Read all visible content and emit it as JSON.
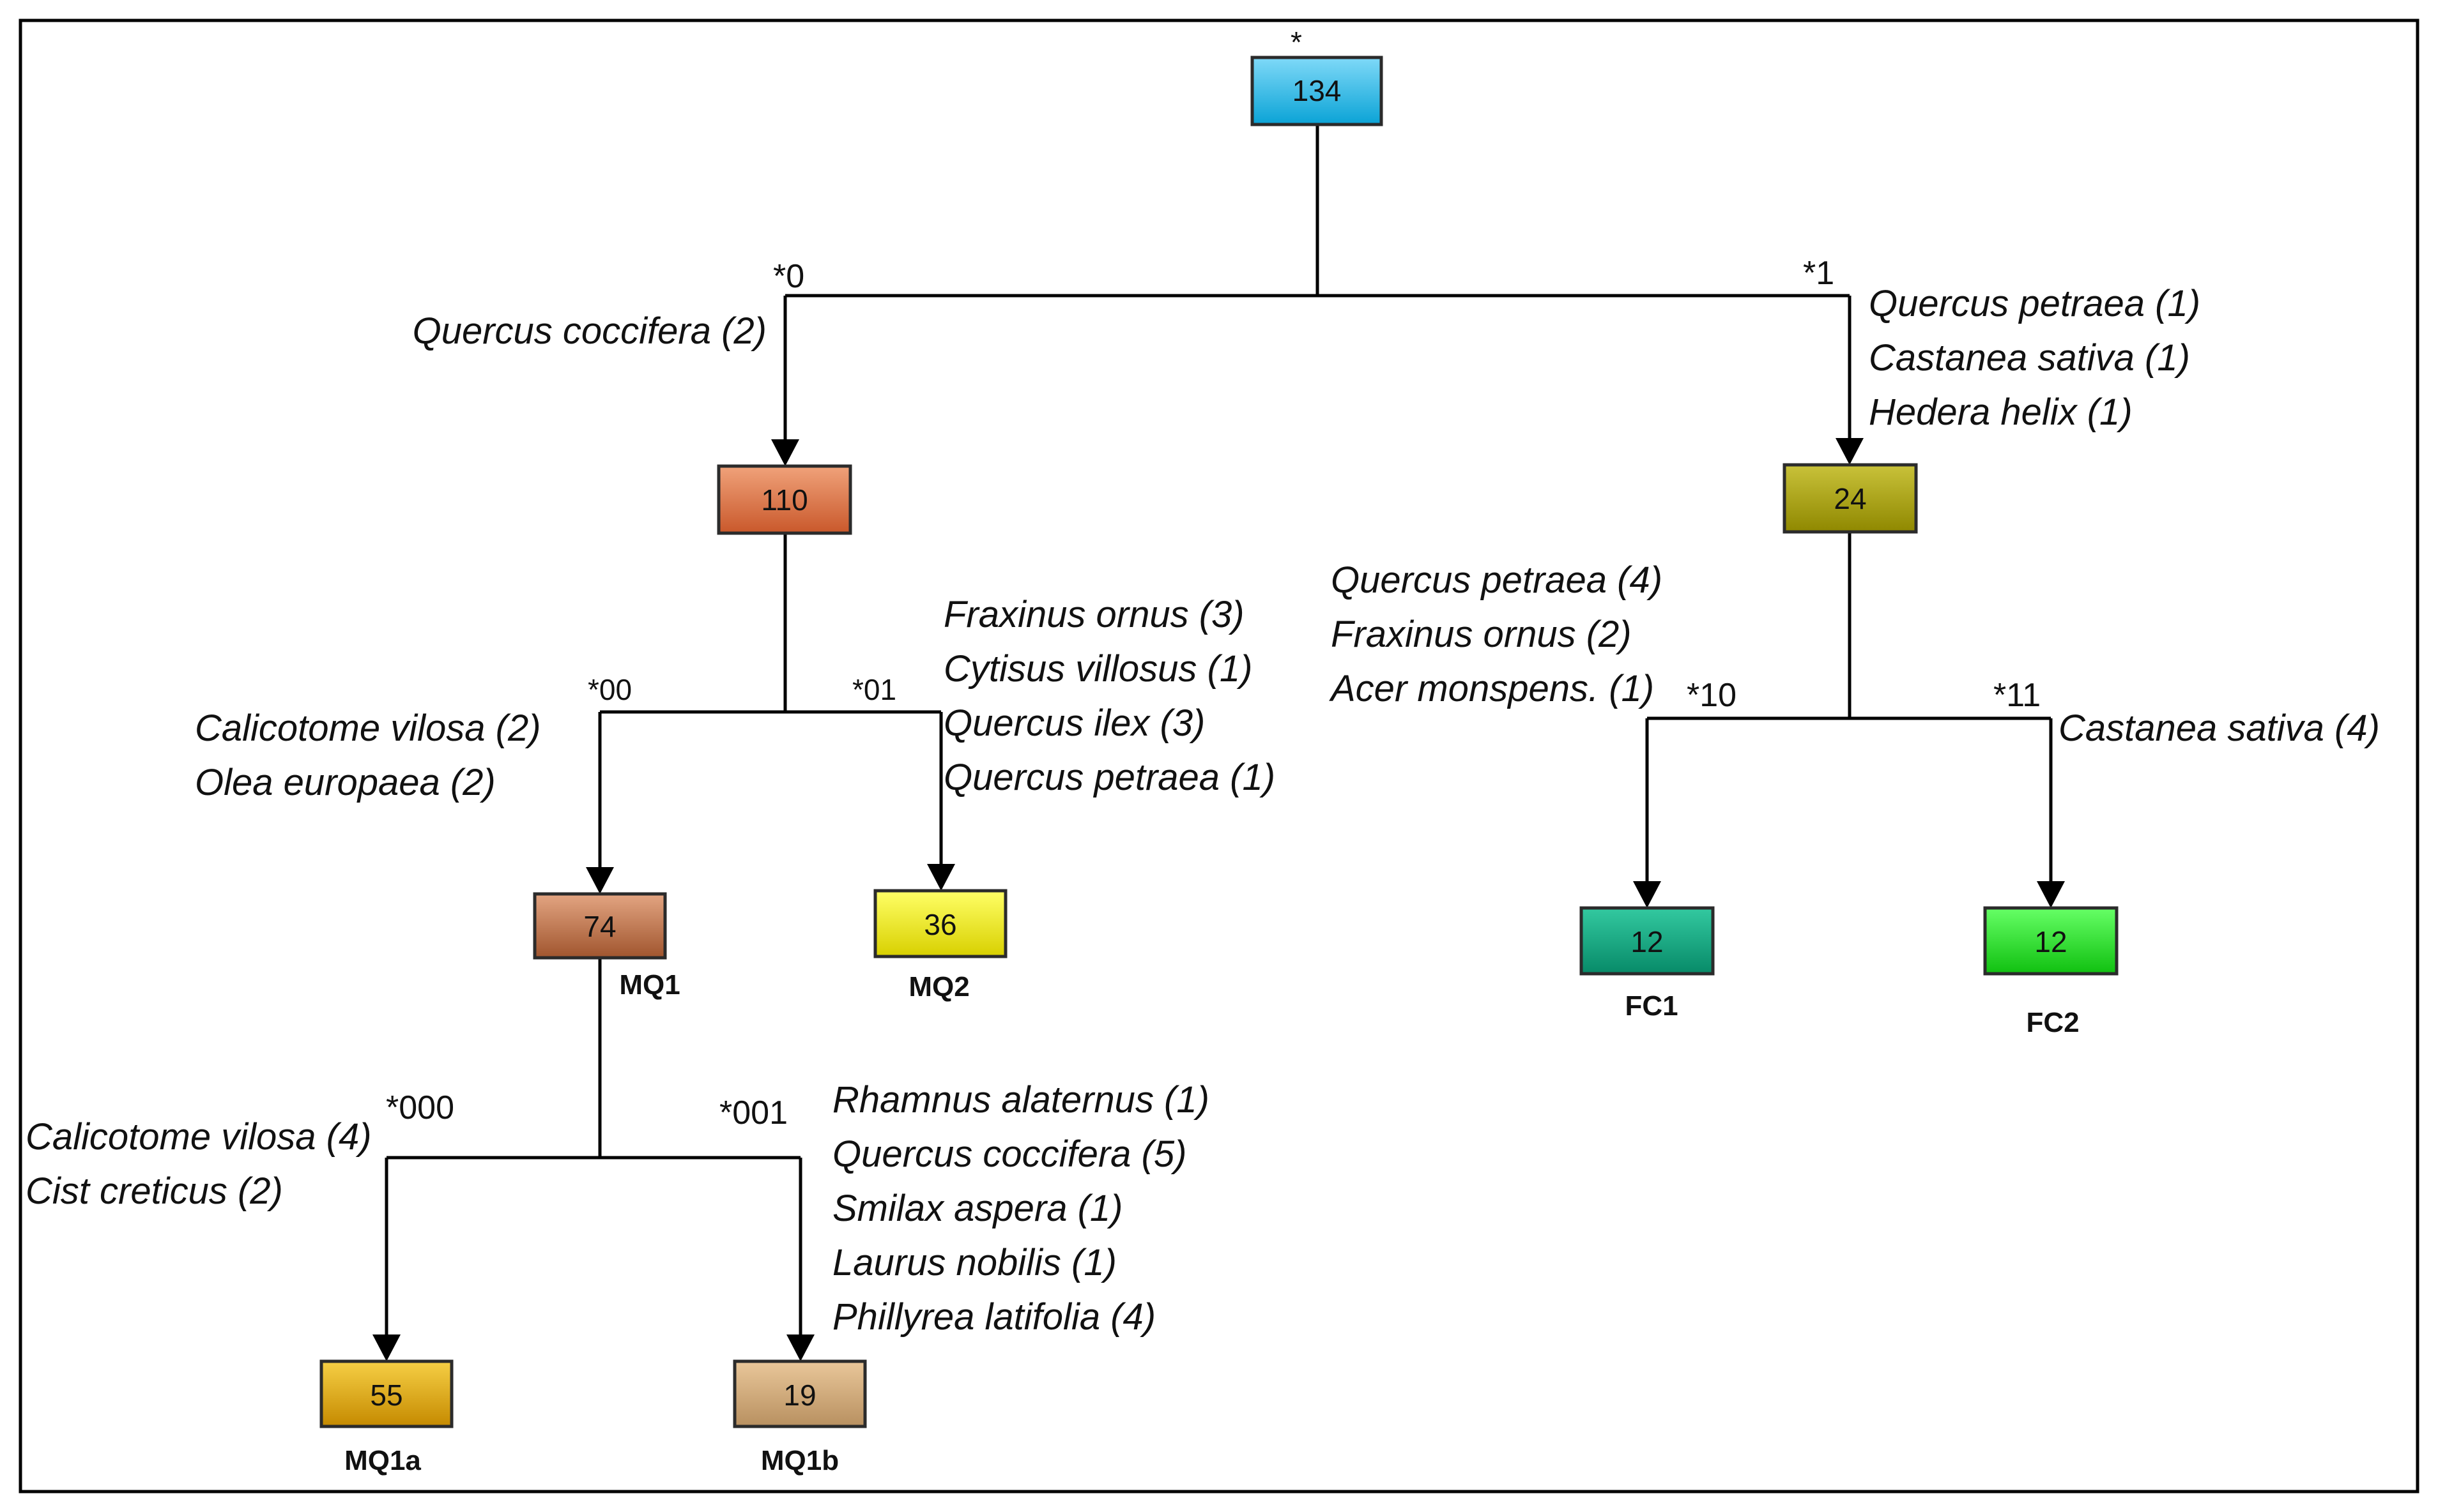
{
  "nodes": [
    {
      "id": "root",
      "value": "134",
      "name": "",
      "top_marker": "*",
      "gradient": [
        "#7fd9f8",
        "#0aa3d6"
      ]
    },
    {
      "id": "n0",
      "value": "110",
      "name": "",
      "gradient": [
        "#f0a27a",
        "#c9582b"
      ]
    },
    {
      "id": "n1",
      "value": "24",
      "name": "",
      "gradient": [
        "#c9c23a",
        "#8f8800"
      ]
    },
    {
      "id": "n00",
      "value": "74",
      "name": "MQ1",
      "gradient": [
        "#e3a582",
        "#a0552e"
      ]
    },
    {
      "id": "n01",
      "value": "36",
      "name": "MQ2",
      "gradient": [
        "#ffff66",
        "#d8d000"
      ]
    },
    {
      "id": "n10",
      "value": "12",
      "name": "FC1",
      "gradient": [
        "#33c9a0",
        "#078a68"
      ]
    },
    {
      "id": "n11",
      "value": "12",
      "name": "FC2",
      "gradient": [
        "#66ff66",
        "#10c010"
      ]
    },
    {
      "id": "n000",
      "value": "55",
      "name": "MQ1a",
      "gradient": [
        "#f6cf45",
        "#c58a00"
      ]
    },
    {
      "id": "n001",
      "value": "19",
      "name": "MQ1b",
      "gradient": [
        "#e9c79a",
        "#b89060"
      ]
    }
  ],
  "splits": [
    {
      "code": "*0",
      "species": [
        "Quercus coccifera (2)"
      ]
    },
    {
      "code": "*1",
      "species": [
        "Quercus petraea (1)",
        "Castanea sativa (1)",
        "Hedera helix (1)"
      ]
    },
    {
      "code": "*00",
      "species": [
        "Calicotome vilosa (2)",
        "Olea europaea (2)"
      ]
    },
    {
      "code": "*01",
      "species": [
        "Fraxinus ornus (3)",
        "Cytisus villosus (1)",
        "Quercus ilex (3)",
        "Quercus petraea (1)"
      ]
    },
    {
      "code": "*10",
      "species": [
        "Quercus petraea (4)",
        "Fraxinus ornus (2)",
        "Acer monspens. (1)"
      ]
    },
    {
      "code": "*11",
      "species": [
        "Castanea sativa (4)"
      ]
    },
    {
      "code": "*000",
      "species": [
        "Calicotome vilosa (4)",
        "Cist creticus (2)"
      ]
    },
    {
      "code": "*001",
      "species": [
        "Rhamnus alaternus (1)",
        "Quercus coccifera (5)",
        "Smilax aspera (1)",
        "Laurus nobilis (1)",
        "Phillyrea latifolia (4)"
      ]
    }
  ]
}
